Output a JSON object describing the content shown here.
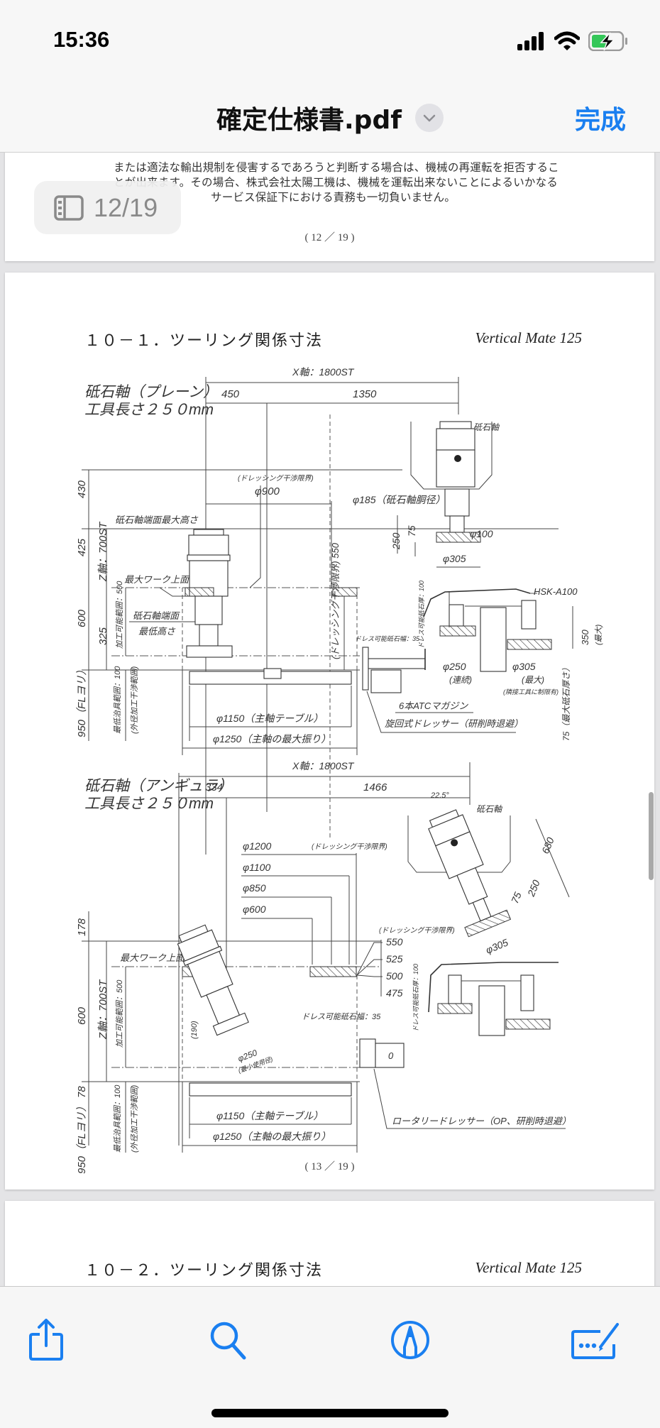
{
  "status_bar": {
    "time": "15:36",
    "battery_level_fraction": 0.5,
    "battery_charging": true
  },
  "nav": {
    "title": "確定仕様書.pdf",
    "done_label": "完成"
  },
  "page_indicator": {
    "label": "12/19"
  },
  "pages": {
    "p12": {
      "lines": [
        "または適法な輸出規制を侵害するであろうと判断する場合は、機械の再運転を拒否するこ",
        "とが出来ます。その場合、株式会社太陽工機は、機械を運転出来ないことによるいかなる",
        "サービス保証下における責務も一切負いません。"
      ],
      "footer": "( 12 ／ 19 )"
    },
    "p13": {
      "section_title": "１０－１．ツーリング関係寸法",
      "model": "Vertical Mate 125",
      "footer": "( 13 ／ 19 )",
      "fig1": {
        "heading1": "砥石軸（プレーン）",
        "heading2": "工具長さ２５０mm",
        "x_axis": "X軸：1800ST",
        "x_left": "450",
        "x_right": "1350",
        "spindle_label": "砥石軸",
        "dim_430": "430",
        "dim_425": "425",
        "dim_600": "600",
        "dim_325": "325",
        "dim_950": "950（FLヨリ）",
        "z_axis": "Z軸：700ST",
        "machining_range": "加工可能範囲：500",
        "min_jig": "最低治具範囲：100",
        "od_interference": "(外径加工干渉範囲)",
        "max_height": "砥石軸端面最大高さ",
        "max_work_top": "最大ワーク上面",
        "end_face": "砥石軸端面",
        "min_height": "最低高さ",
        "dress_limit_note": "(ドレッシング干渉限界)",
        "phi900": "φ900",
        "dress_limit_550": "(ドレッシング干渉限界) 550",
        "phi185": "φ185（砥石軸胴径）",
        "dim_250": "250",
        "dim_75": "75",
        "phi100": "φ100",
        "phi305": "φ305",
        "hsk": "HSK-A100",
        "dress_width": "ドレス可能砥石幅：35",
        "dress_thick": "ドレス可能砥石厚：100",
        "phi250": "φ250",
        "continuous": "(連続)",
        "phi305_max": "φ305",
        "max": "(最大)",
        "adjacent": "(隣接工具に制限有)",
        "dim_350": "350",
        "max_v": "(最大)",
        "max_thick": "75（最大砥石厚さ）",
        "atc": "6本ATCマガジン",
        "phi1150": "φ1150（主軸テーブル）",
        "phi1250": "φ1250（主軸の最大振り）",
        "swivel_dresser": "旋回式ドレッサー（研削時退避）"
      },
      "fig2": {
        "heading1": "砥石軸（アンギュラ）",
        "heading2": "工具長さ２５０mm",
        "x_axis": "X軸：1800ST",
        "x_left": "334",
        "x_right": "1466",
        "phi1200": "φ1200",
        "dress_limit_note": "(ドレッシング干渉限界)",
        "phi1100": "φ1100",
        "phi850": "φ850",
        "phi600": "φ600",
        "angle": "22.5°",
        "spindle_label": "砥石軸",
        "dim_680": "680",
        "dim_250": "250",
        "dim_75": "75",
        "phi305": "φ305",
        "dress_limit_note2": "(ドレッシング干渉限界)",
        "h550": "550",
        "h525": "525",
        "h500": "500",
        "h475": "475",
        "dim_178": "178",
        "dim_600": "600",
        "dim_78": "78",
        "dim_950": "950（FLヨリ）",
        "z_axis": "Z軸：700ST",
        "machining_range": "加工可能範囲：500",
        "min_jig": "最低治具範囲：100",
        "od_interference": "(外径加工干渉範囲)",
        "max_work_top": "最大ワーク上面",
        "dim_190": "(190)",
        "phi250": "φ250",
        "min_use_dia": "(最小使用径)",
        "dress_width": "ドレス可能砥石幅：35",
        "dress_thick": "ドレス可能砥石厚：100",
        "zero": "0",
        "phi1150": "φ1150（主軸テーブル）",
        "phi1250": "φ1250（主軸の最大振り）",
        "rotary_dresser": "ロータリードレッサー（OP、研削時退避）"
      }
    },
    "p14": {
      "section_title": "１０－２．ツーリング関係寸法",
      "model": "Vertical Mate 125"
    }
  },
  "toolbar": {
    "items": [
      {
        "icon": "share-icon",
        "label": "Share"
      },
      {
        "icon": "search-icon",
        "label": "Search"
      },
      {
        "icon": "markup-icon",
        "label": "Markup"
      },
      {
        "icon": "fill-sign-icon",
        "label": "Fill & Sign"
      }
    ]
  },
  "colors": {
    "accent": "#1a7ff0",
    "battery_green": "#34c759"
  }
}
